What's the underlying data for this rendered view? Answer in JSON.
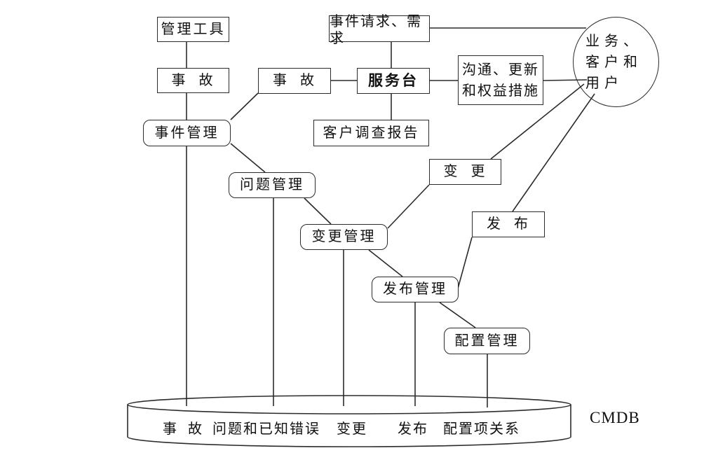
{
  "diagram": {
    "boxes": {
      "management_tools": "管理工具",
      "incident_left": "事  故",
      "incident_mid": "事  故",
      "event_request": {
        "line1": "事件请求、需",
        "line2": "求"
      },
      "service_desk": "服务台",
      "communication": {
        "line1": "沟通、更新",
        "line2": "和权益措施"
      },
      "customer_survey": "客户调查报告",
      "change": "变  更",
      "release": "发  布",
      "incident_management": "事件管理",
      "problem_management": "问题管理",
      "change_management": "变更管理",
      "release_management": "发布管理",
      "configuration_management": "配置管理"
    },
    "actor_ellipse": {
      "line1": "业 务 、",
      "line2": "客 户 和",
      "line3": "用 户"
    },
    "cmdb": {
      "label": "CMDB",
      "items": [
        "事  故",
        "问题和已知错误",
        "变更",
        "发布",
        "配置项关系"
      ]
    },
    "colors": {
      "line": "#2b2b2b",
      "text": "#111111",
      "background": "#ffffff"
    }
  }
}
